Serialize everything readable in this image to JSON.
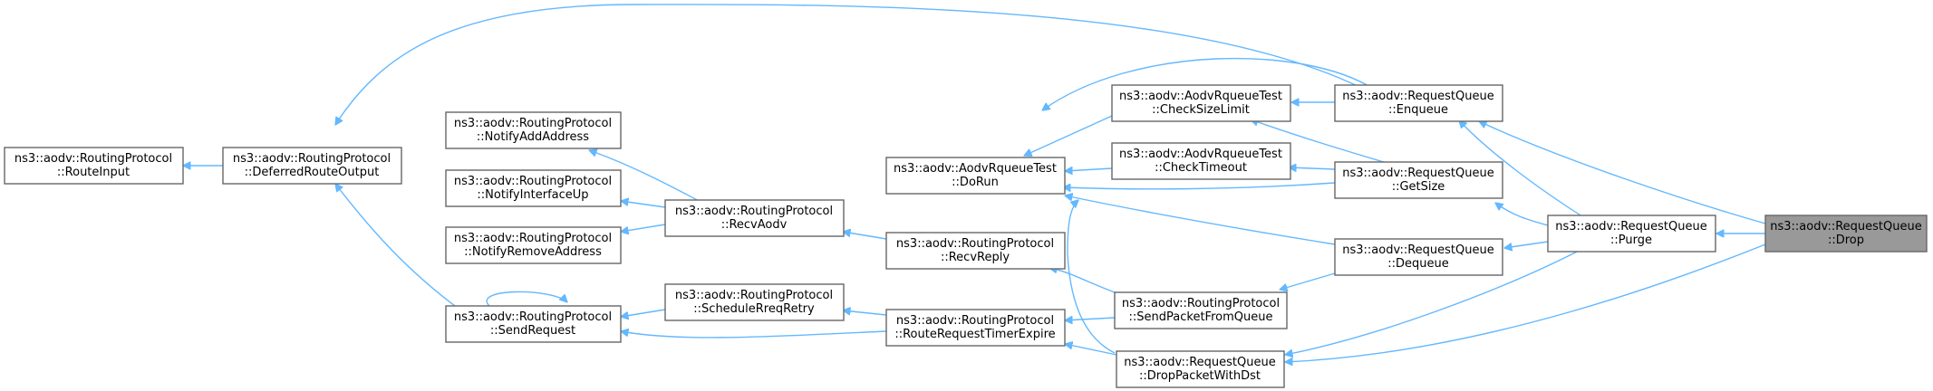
{
  "nodes": {
    "drop": {
      "line1": "ns3::aodv::RequestQueue",
      "line2": "::Drop"
    },
    "purge": {
      "line1": "ns3::aodv::RequestQueue",
      "line2": "::Purge"
    },
    "enqueue": {
      "line1": "ns3::aodv::RequestQueue",
      "line2": "::Enqueue"
    },
    "getsize": {
      "line1": "ns3::aodv::RequestQueue",
      "line2": "::GetSize"
    },
    "dequeue": {
      "line1": "ns3::aodv::RequestQueue",
      "line2": "::Dequeue"
    },
    "droppacketwithdst": {
      "line1": "ns3::aodv::RequestQueue",
      "line2": "::DropPacketWithDst"
    },
    "checksizelimit": {
      "line1": "ns3::aodv::AodvRqueueTest",
      "line2": "::CheckSizeLimit"
    },
    "checktimeout": {
      "line1": "ns3::aodv::AodvRqueueTest",
      "line2": "::CheckTimeout"
    },
    "dorun": {
      "line1": "ns3::aodv::AodvRqueueTest",
      "line2": "::DoRun"
    },
    "recvreply": {
      "line1": "ns3::aodv::RoutingProtocol",
      "line2": "::RecvReply"
    },
    "sendpacketfromqueue": {
      "line1": "ns3::aodv::RoutingProtocol",
      "line2": "::SendPacketFromQueue"
    },
    "routerequesttimerexpire": {
      "line1": "ns3::aodv::RoutingProtocol",
      "line2": "::RouteRequestTimerExpire"
    },
    "recvaodv": {
      "line1": "ns3::aodv::RoutingProtocol",
      "line2": "::RecvAodv"
    },
    "schedulerreqretry": {
      "line1": "ns3::aodv::RoutingProtocol",
      "line2": "::ScheduleRreqRetry"
    },
    "notifyaddaddress": {
      "line1": "ns3::aodv::RoutingProtocol",
      "line2": "::NotifyAddAddress"
    },
    "notifyinterfaceup": {
      "line1": "ns3::aodv::RoutingProtocol",
      "line2": "::NotifyInterfaceUp"
    },
    "notifyremoveaddress": {
      "line1": "ns3::aodv::RoutingProtocol",
      "line2": "::NotifyRemoveAddress"
    },
    "sendrequest": {
      "line1": "ns3::aodv::RoutingProtocol",
      "line2": "::SendRequest"
    },
    "deferredrouteoutput": {
      "line1": "ns3::aodv::RoutingProtocol",
      "line2": "::DeferredRouteOutput"
    },
    "routeinput": {
      "line1": "ns3::aodv::RoutingProtocol",
      "line2": "::RouteInput"
    }
  },
  "edges": [
    {
      "from": "drop",
      "to": "purge"
    },
    {
      "from": "drop",
      "to": "enqueue"
    },
    {
      "from": "drop",
      "to": "droppacketwithdst"
    },
    {
      "from": "purge",
      "to": "enqueue"
    },
    {
      "from": "purge",
      "to": "getsize"
    },
    {
      "from": "purge",
      "to": "dequeue"
    },
    {
      "from": "purge",
      "to": "droppacketwithdst"
    },
    {
      "from": "enqueue",
      "to": "checksizelimit"
    },
    {
      "from": "enqueue",
      "to": "dorun"
    },
    {
      "from": "enqueue",
      "to": "deferredrouteoutput"
    },
    {
      "from": "getsize",
      "to": "checksizelimit"
    },
    {
      "from": "getsize",
      "to": "checktimeout"
    },
    {
      "from": "getsize",
      "to": "dorun"
    },
    {
      "from": "dequeue",
      "to": "dorun"
    },
    {
      "from": "dequeue",
      "to": "sendpacketfromqueue"
    },
    {
      "from": "droppacketwithdst",
      "to": "dorun"
    },
    {
      "from": "droppacketwithdst",
      "to": "routerequesttimerexpire"
    },
    {
      "from": "checksizelimit",
      "to": "dorun"
    },
    {
      "from": "checktimeout",
      "to": "dorun"
    },
    {
      "from": "sendpacketfromqueue",
      "to": "recvreply"
    },
    {
      "from": "sendpacketfromqueue",
      "to": "routerequesttimerexpire"
    },
    {
      "from": "recvreply",
      "to": "recvaodv"
    },
    {
      "from": "routerequesttimerexpire",
      "to": "schedulerreqretry"
    },
    {
      "from": "routerequesttimerexpire",
      "to": "sendrequest"
    },
    {
      "from": "recvaodv",
      "to": "notifyaddaddress"
    },
    {
      "from": "recvaodv",
      "to": "notifyinterfaceup"
    },
    {
      "from": "recvaodv",
      "to": "notifyremoveaddress"
    },
    {
      "from": "schedulerreqretry",
      "to": "sendrequest"
    },
    {
      "from": "sendrequest",
      "to": "sendrequest"
    },
    {
      "from": "sendrequest",
      "to": "deferredrouteoutput"
    },
    {
      "from": "deferredrouteoutput",
      "to": "routeinput"
    }
  ],
  "colors": {
    "edge": "#63b8ff",
    "node_border": "#666666",
    "highlight_fill": "#999999"
  }
}
